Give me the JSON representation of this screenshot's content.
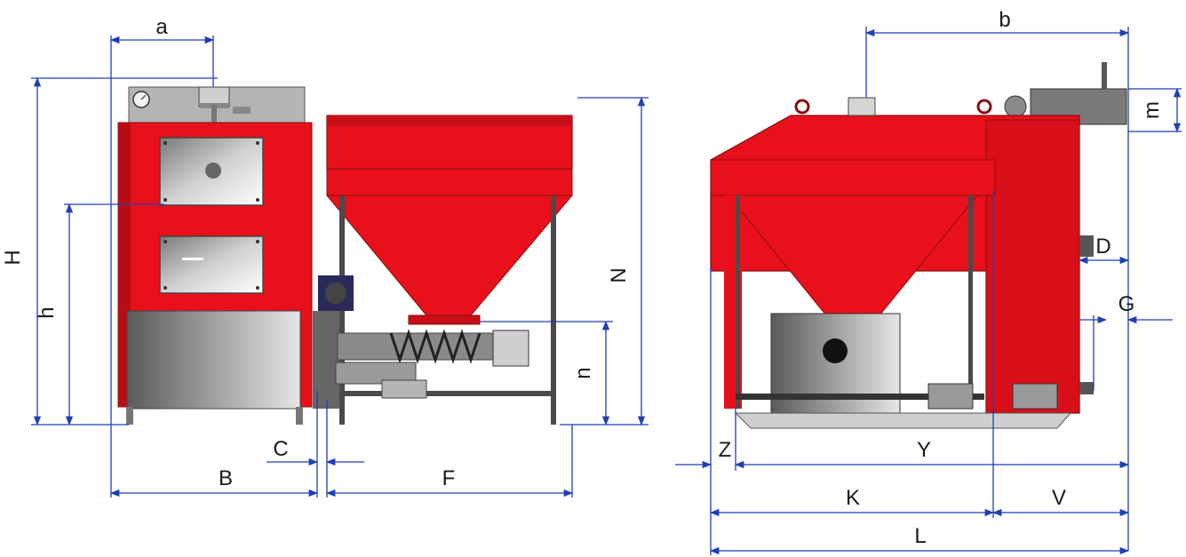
{
  "colors": {
    "boiler_red": "#e8101b",
    "boiler_red_dark": "#b80d14",
    "steel_gray": "#9a9a9a",
    "dimension_line": "#1f3fb8",
    "label_text": "#1a1a1a"
  },
  "labels": {
    "a": "a",
    "H": "H",
    "h": "h",
    "B": "B",
    "C": "C",
    "F": "F",
    "N": "N",
    "n": "n",
    "b": "b",
    "m": "m",
    "D": "D",
    "G": "G",
    "Z": "Z",
    "Y": "Y",
    "K": "K",
    "V": "V",
    "L": "L"
  },
  "icons": {
    "pressure_gauge": "pressure-gauge-icon",
    "lifting_eye": "lifting-eye-icon",
    "feed_motor": "motor-icon",
    "auger": "auger-screw-icon"
  }
}
